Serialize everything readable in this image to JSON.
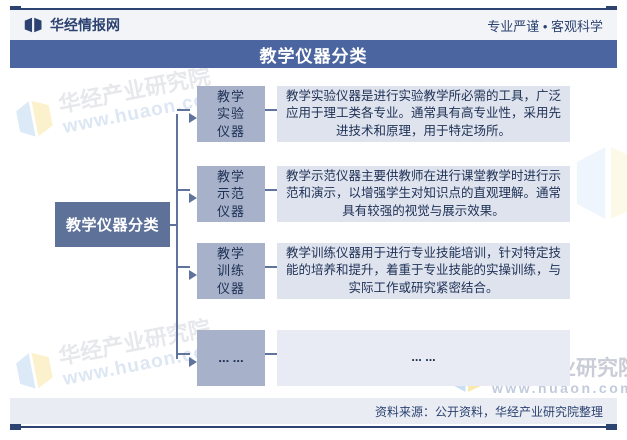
{
  "header": {
    "brand": "华经情报网",
    "tagline": "专业严谨 • 客观科学"
  },
  "title": "教学仪器分类",
  "diagram": {
    "root_label": "教学仪器分类",
    "branches": [
      {
        "label_lines": [
          "教学",
          "实验",
          "仪器"
        ],
        "description": "教学实验仪器是进行实验教学所必需的工具，广泛应用于理工类各专业。通常具有高专业性，采用先进技术和原理，用于特定场所。"
      },
      {
        "label_lines": [
          "教学",
          "示范",
          "仪器"
        ],
        "description": "教学示范仪器主要供教师在进行课堂教学时进行示范和演示，以增强学生对知识点的直观理解。通常具有较强的视觉与展示效果。"
      },
      {
        "label_lines": [
          "教学",
          "训练",
          "仪器"
        ],
        "description": "教学训练仪器用于进行专业技能培训，针对特定技能的培养和提升，着重于专业技能的实操训练，与实际工作或研究紧密结合。"
      },
      {
        "label_lines": [
          "... ..."
        ],
        "description": "... ..."
      }
    ]
  },
  "footer": {
    "source": "资料来源：公开资料，华经产业研究院整理"
  },
  "watermark": {
    "name": "华经产业研究院",
    "url": "www.huaon.com"
  },
  "colors": {
    "accent_navy": "#2d4372",
    "title_bar": "#4b65a0",
    "root_node": "#5e7199",
    "branch_node": "#a7b1c9",
    "description_box": "#dfe3ee",
    "connector": "#60739c",
    "header_band": "#f2f4f8",
    "footer_band": "#e9ecf3"
  }
}
